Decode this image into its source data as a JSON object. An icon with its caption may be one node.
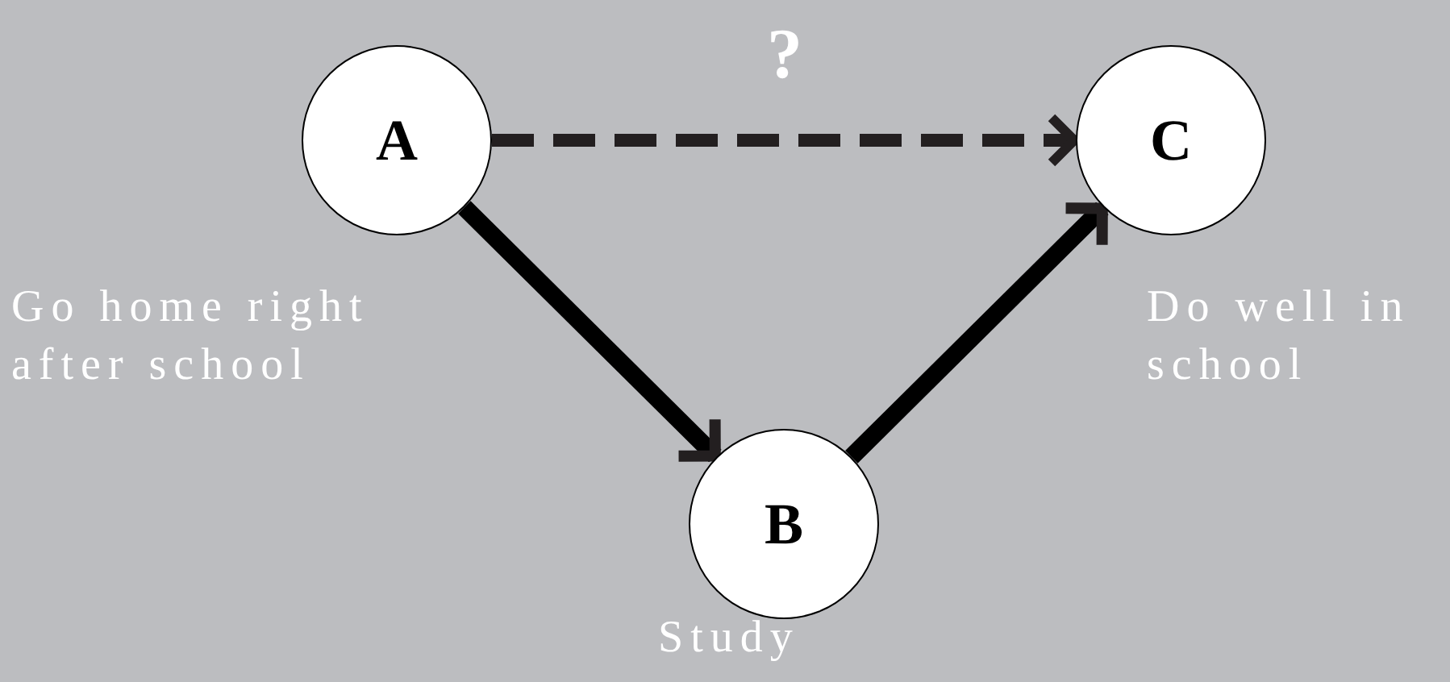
{
  "diagram": {
    "nodes": [
      {
        "text": [
          "A"
        ],
        "beside": [
          "Go home right after school"
        ]
      },
      {
        "text": [
          "B"
        ],
        "beside": [
          "Study"
        ]
      },
      {
        "text": [
          "C"
        ],
        "beside": [
          "Do well in school"
        ]
      }
    ],
    "edges": [
      {
        "from": 0,
        "to": 2,
        "arrow": "to",
        "style": "dashed",
        "label": "?"
      },
      {
        "from": 0,
        "to": 1,
        "arrow": "to"
      },
      {
        "from": 1,
        "to": 2,
        "arrow": "to"
      }
    ]
  }
}
